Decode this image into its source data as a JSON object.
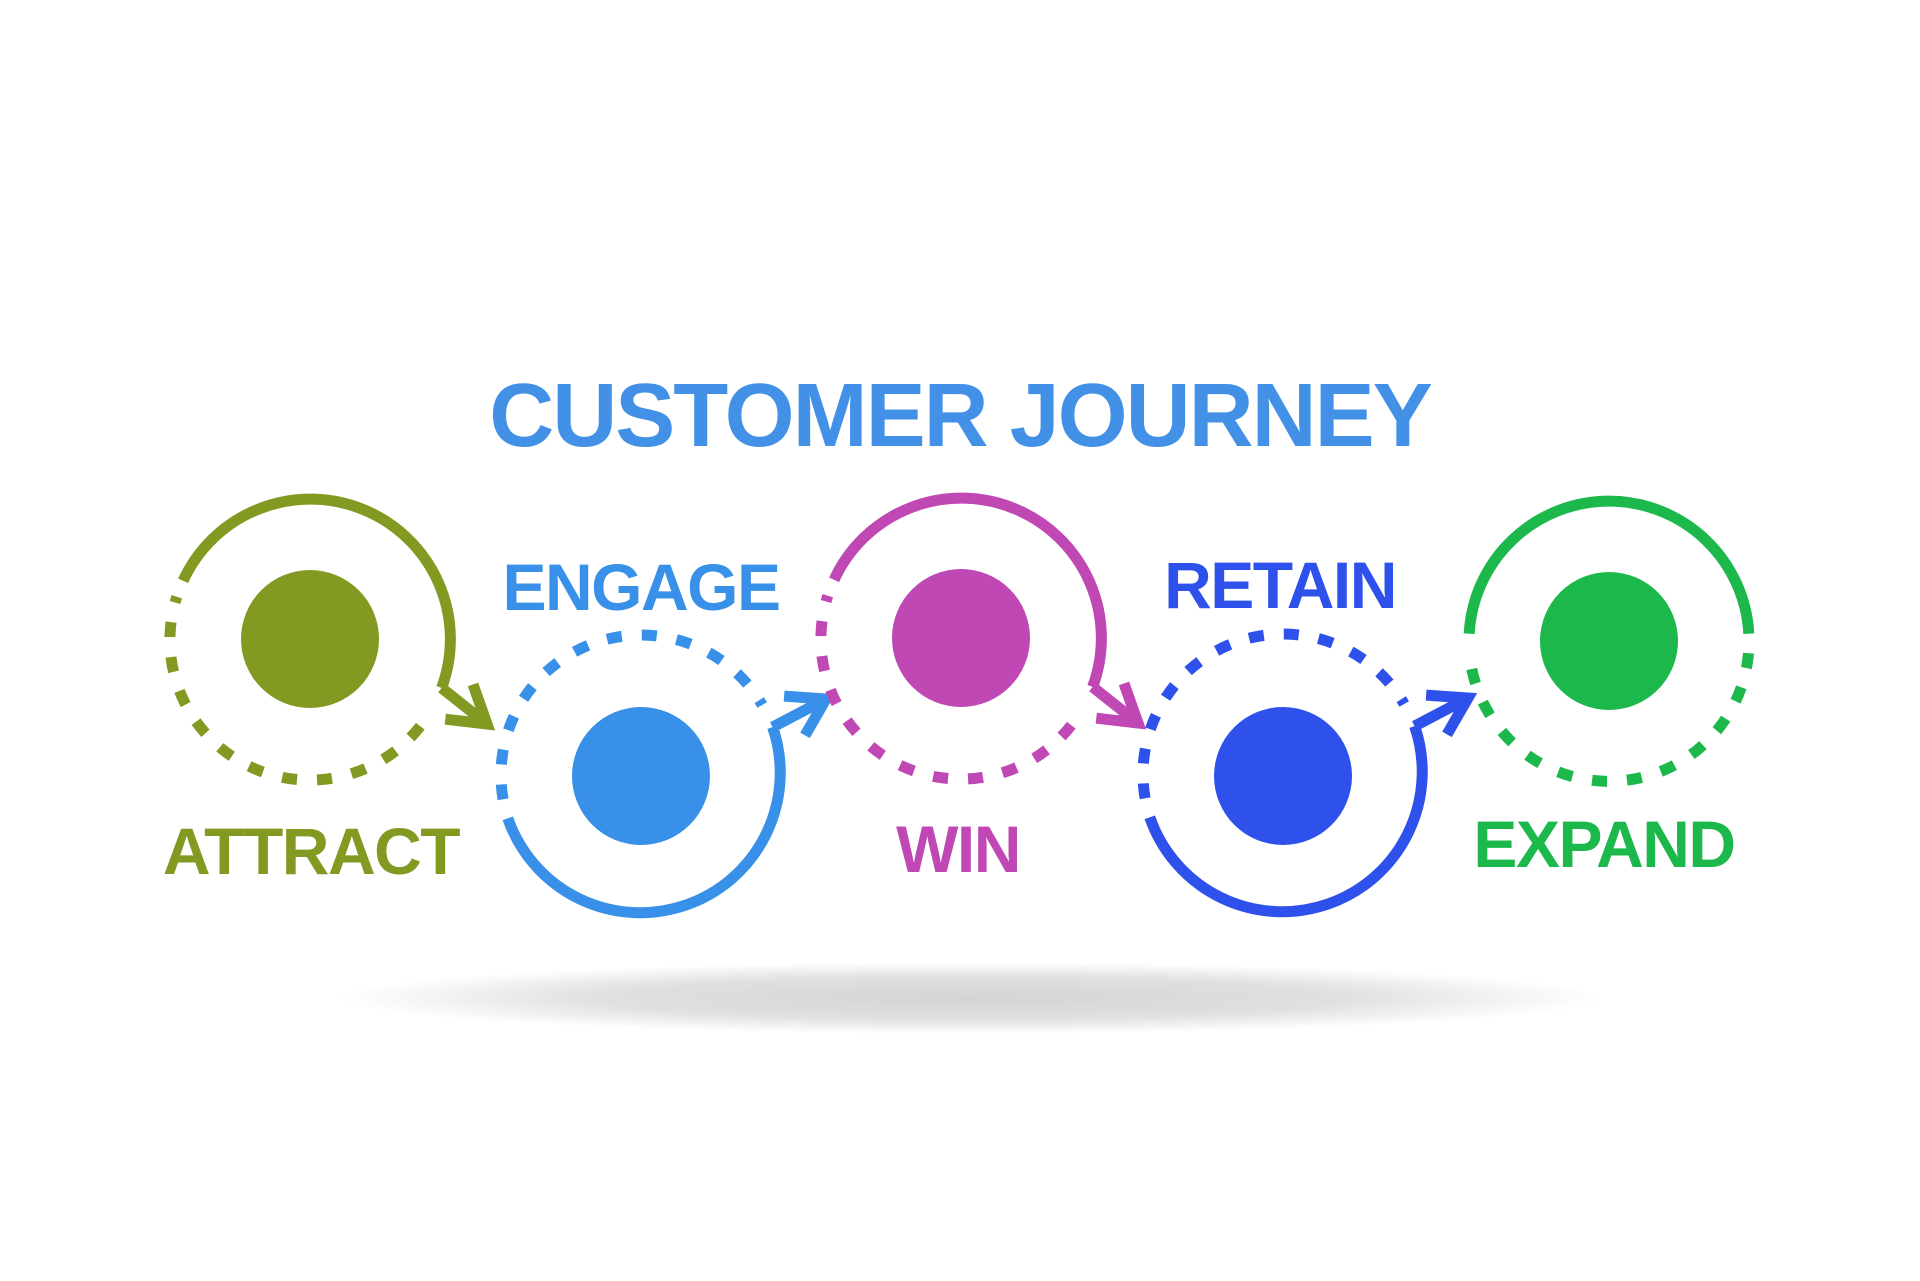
{
  "title": {
    "text": "CUSTOMER JOURNEY",
    "color": "#4291e6"
  },
  "stages": [
    {
      "label": "ATTRACT",
      "color": "#829a21",
      "label_position": "below"
    },
    {
      "label": "ENGAGE",
      "color": "#3890e8",
      "label_position": "above"
    },
    {
      "label": "WIN",
      "color": "#bf48b4",
      "label_position": "below"
    },
    {
      "label": "RETAIN",
      "color": "#2e51ec",
      "label_position": "above"
    },
    {
      "label": "EXPAND",
      "color": "#1cb84b",
      "label_position": "below"
    }
  ],
  "canvas": {
    "background": "#ffffff",
    "shadow_color": "#d2d2d2"
  }
}
